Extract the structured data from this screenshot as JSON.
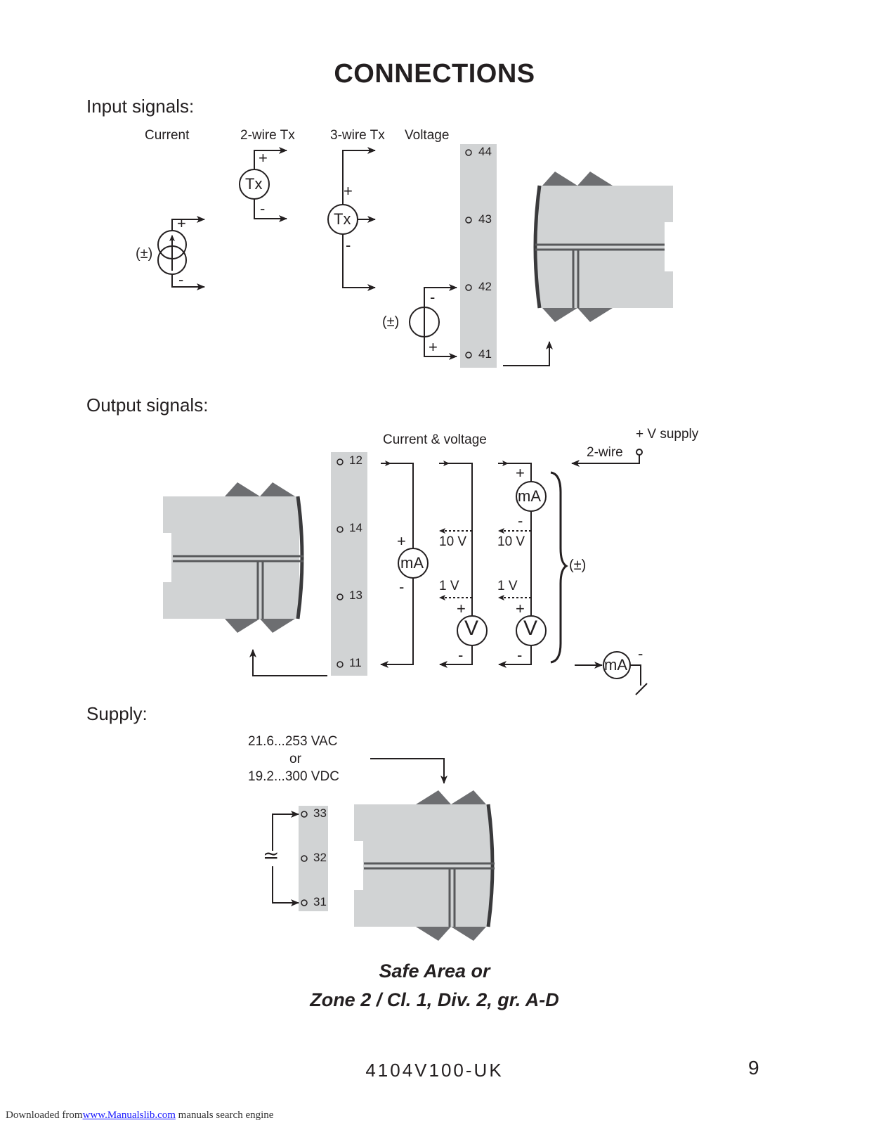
{
  "page": {
    "title": "CONNECTIONS",
    "doc_id": "4104V100-UK",
    "page_number": "9"
  },
  "input": {
    "heading": "Input signals:",
    "labels": {
      "current": "Current",
      "two_wire": "2-wire Tx",
      "three_wire": "3-wire Tx",
      "voltage": "Voltage"
    },
    "tx": "Tx",
    "plus": "+",
    "minus": "-",
    "pm": "(±)",
    "terminals": [
      "44",
      "43",
      "42",
      "41"
    ]
  },
  "output": {
    "heading": "Output signals:",
    "current_voltage": "Current & voltage",
    "v_supply": "+ V supply",
    "two_wire": "2-wire",
    "ma": "mA",
    "v": "V",
    "ten_v": "10 V",
    "one_v": "1 V",
    "plus": "+",
    "minus": "-",
    "pm": "(±)",
    "terminals": [
      "12",
      "14",
      "13",
      "11"
    ]
  },
  "supply": {
    "heading": "Supply:",
    "vac": "21.6...253 VAC",
    "or": "or",
    "vdc": "19.2...300 VDC",
    "ac_dc_symbol": "≃",
    "terminals": [
      "33",
      "32",
      "31"
    ]
  },
  "caption": {
    "line1": "Safe Area or",
    "line2": "Zone 2 / Cl. 1, Div. 2, gr. A-D"
  },
  "footer": {
    "prefix": "Downloaded from",
    "link": "www.Manualslib.com",
    "suffix": " manuals search engine"
  },
  "colors": {
    "ink": "#231f20",
    "panel": "#d1d3d4",
    "shadow": "#6d6e71"
  }
}
